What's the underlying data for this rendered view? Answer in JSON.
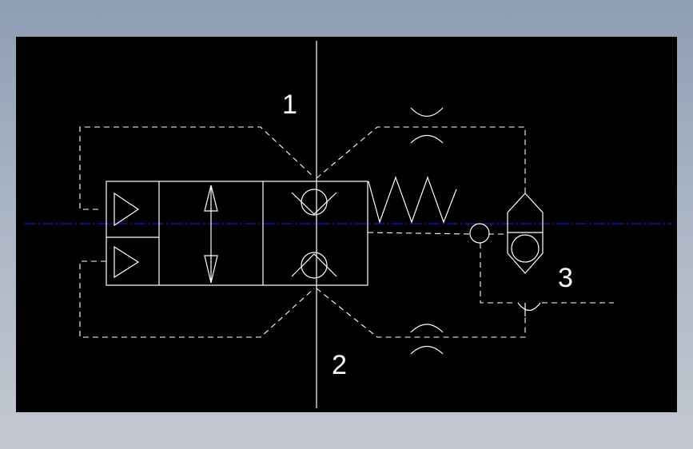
{
  "diagram": {
    "port_labels": {
      "port1": "1",
      "port2": "2",
      "port3": "3"
    },
    "colors": {
      "background": "#000000",
      "line": "#ffffff",
      "centerline": "#1a1aff"
    },
    "icons": [
      "pilot-triangle-icon",
      "double-arrow-icon",
      "check-valve-icon",
      "spring-icon",
      "orifice-icon",
      "filter-icon"
    ]
  }
}
